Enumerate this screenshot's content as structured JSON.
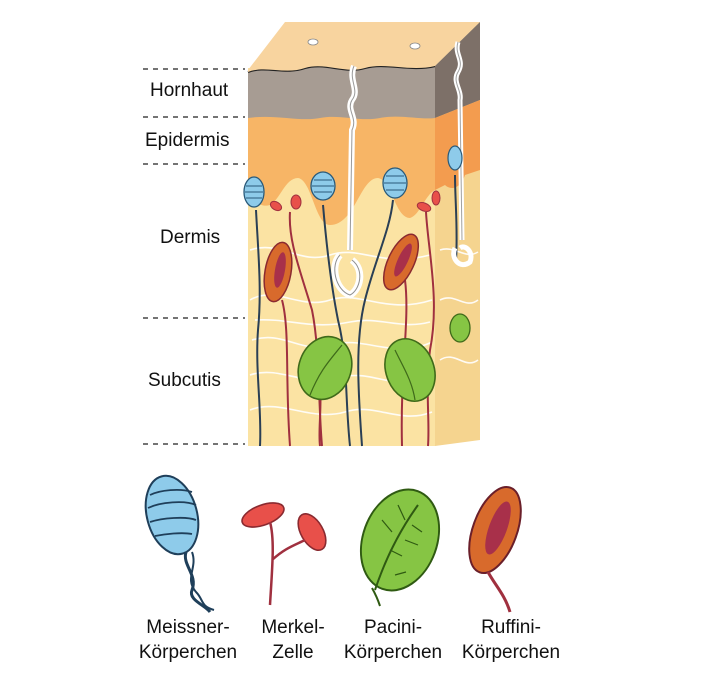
{
  "layers": [
    {
      "key": "hornhaut",
      "label": "Hornhaut"
    },
    {
      "key": "epidermis",
      "label": "Epidermis"
    },
    {
      "key": "dermis",
      "label": "Dermis"
    },
    {
      "key": "subcutis",
      "label": "Subcutis"
    }
  ],
  "legend": [
    {
      "key": "meissner",
      "line1": "Meissner-",
      "line2": "Körperchen"
    },
    {
      "key": "merkel",
      "line1": "Merkel-",
      "line2": "Zelle"
    },
    {
      "key": "pacini",
      "line1": "Pacini-",
      "line2": "Körperchen"
    },
    {
      "key": "ruffini",
      "line1": "Ruffini-",
      "line2": "Körperchen"
    }
  ],
  "colors": {
    "hornhaut": "#a79c93",
    "epidermis": "#f7b566",
    "dermis": "#fbe3a3",
    "top": "#f8d49f",
    "meissner": "#8ecbea",
    "merkel": "#e8504a",
    "pacini": "#86c544",
    "ruffini_outer": "#d86a2c",
    "ruffini_inner": "#a8304a",
    "nerve_dark": "#2a3f55",
    "nerve_red": "#a0303f",
    "hair": "#ffffff"
  }
}
